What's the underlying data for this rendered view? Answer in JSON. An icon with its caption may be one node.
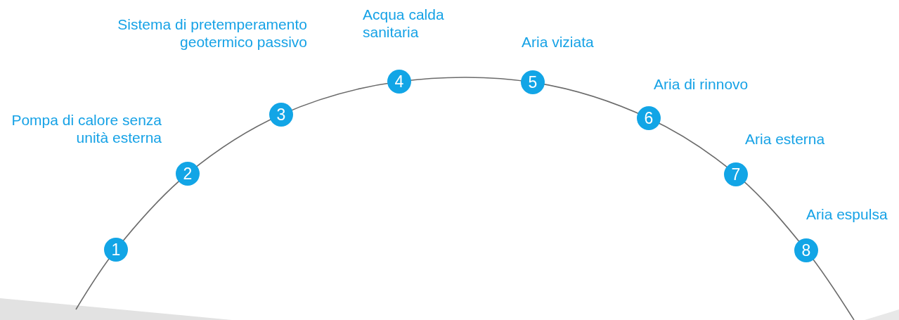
{
  "diagram": {
    "nodes": [
      {
        "text": [
          "1"
        ]
      },
      {
        "text": [
          "2"
        ],
        "beside": [
          "Pompa di calore senza unità esterna"
        ]
      },
      {
        "text": [
          "3"
        ],
        "beside": [
          "Sistema di pretemperamento geotermico passivo"
        ]
      },
      {
        "text": [
          "4"
        ],
        "beside": [
          "Acqua calda sanitaria"
        ]
      },
      {
        "text": [
          "5"
        ],
        "beside": [
          "Aria viziata"
        ]
      },
      {
        "text": [
          "6"
        ],
        "beside": [
          "Aria di rinnovo"
        ]
      },
      {
        "text": [
          "7"
        ],
        "beside": [
          "Aria esterna"
        ]
      },
      {
        "text": [
          "8"
        ],
        "beside": [
          "Aria espulsa"
        ]
      }
    ]
  }
}
